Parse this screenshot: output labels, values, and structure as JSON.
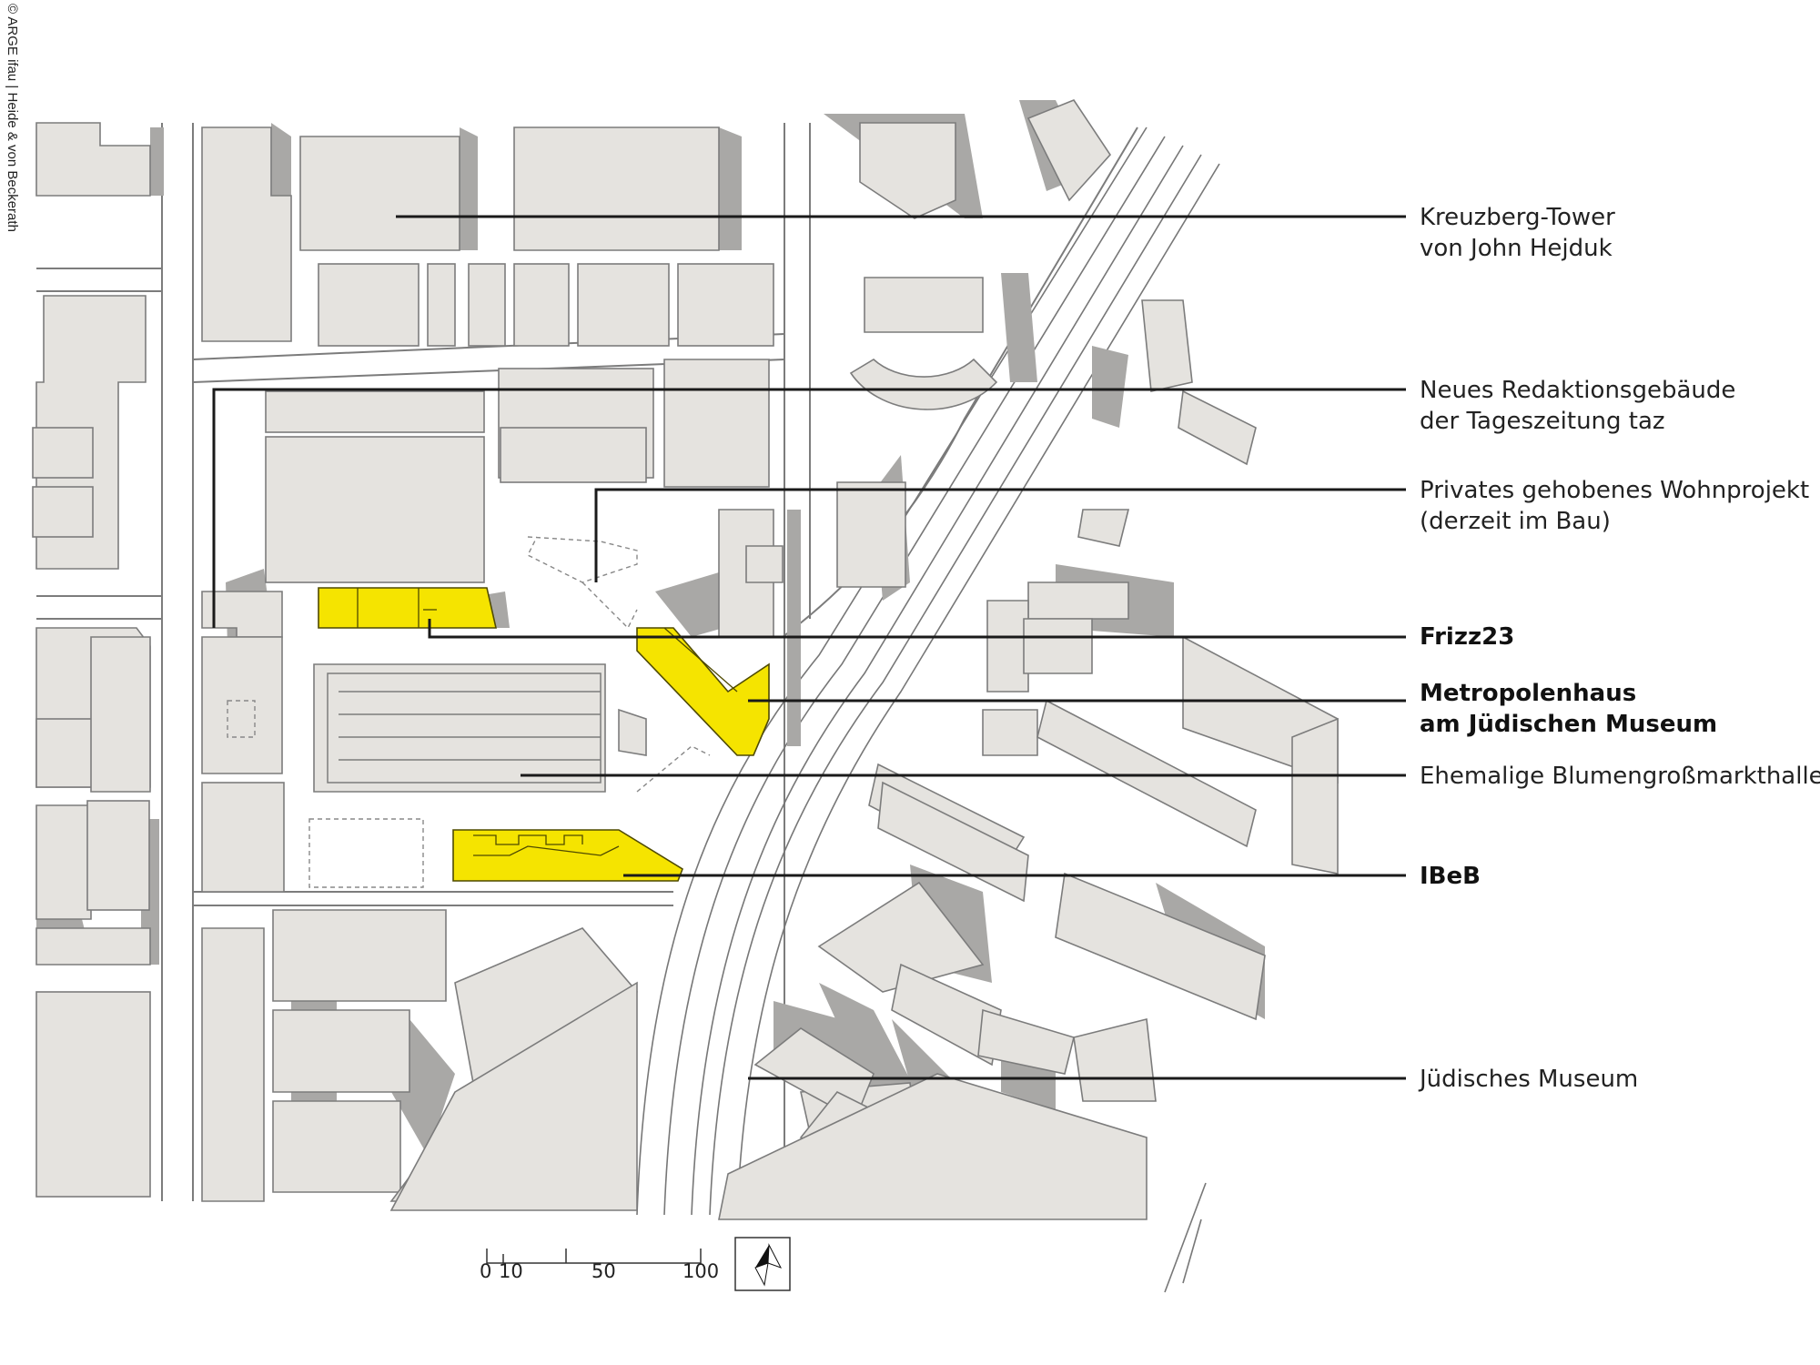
{
  "credit": "© ARGE ifau | Heide & von Beckerath",
  "labels": [
    {
      "line1": "Kreuzberg-Tower",
      "line2": "von John Hejduk",
      "bold": false
    },
    {
      "line1": "Neues Redaktionsgebäude",
      "line2": "der Tageszeitung taz",
      "bold": false
    },
    {
      "line1": "Privates gehobenes Wohnprojekt",
      "line2": "(derzeit im Bau)",
      "bold": false
    },
    {
      "line1": "Frizz23",
      "line2": "",
      "bold": true
    },
    {
      "line1": "Metropolenhaus",
      "line2": "am Jüdischen Museum",
      "bold": true
    },
    {
      "line1": "Ehemalige Blumengroßmarkthalle",
      "line2": "",
      "bold": false
    },
    {
      "line1": "IBeB",
      "line2": "",
      "bold": true
    },
    {
      "line1": "Jüdisches Museum",
      "line2": "",
      "bold": false
    }
  ],
  "scale": {
    "ticks": [
      "0",
      "10",
      "50",
      "100"
    ]
  },
  "colors": {
    "highlight": "#f5e400",
    "building": "#e5e3df",
    "shadow": "#a9a8a6",
    "line": "#1a1a1a"
  },
  "north_arrow_icon": "north-arrow-icon"
}
